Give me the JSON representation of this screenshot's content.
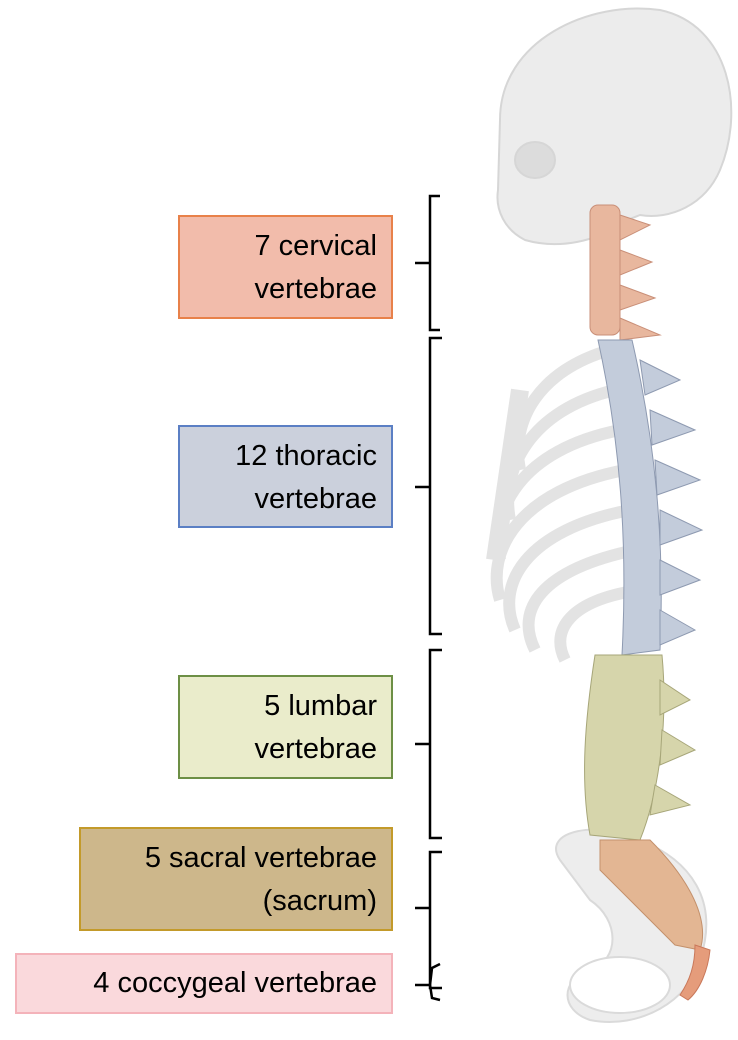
{
  "labels": {
    "cervical": {
      "line1": "7 cervical",
      "line2": "vertebrae",
      "fill": "#f2bcab",
      "border": "#e8814a"
    },
    "thoracic": {
      "line1": "12 thoracic",
      "line2": "vertebrae",
      "fill": "#cbd0dc",
      "border": "#5b7fc4"
    },
    "lumbar": {
      "line1": "5 lumbar",
      "line2": "vertebrae",
      "fill": "#eaeccb",
      "border": "#6d8f45"
    },
    "sacral": {
      "line1": "5 sacral vertebrae",
      "line2": "(sacrum)",
      "fill": "#cdb78b",
      "border": "#c39a2a"
    },
    "coccygeal": {
      "line1": "4 coccygeal vertebrae",
      "fill": "#fad9dc",
      "border": "#f4b3ba"
    }
  }
}
